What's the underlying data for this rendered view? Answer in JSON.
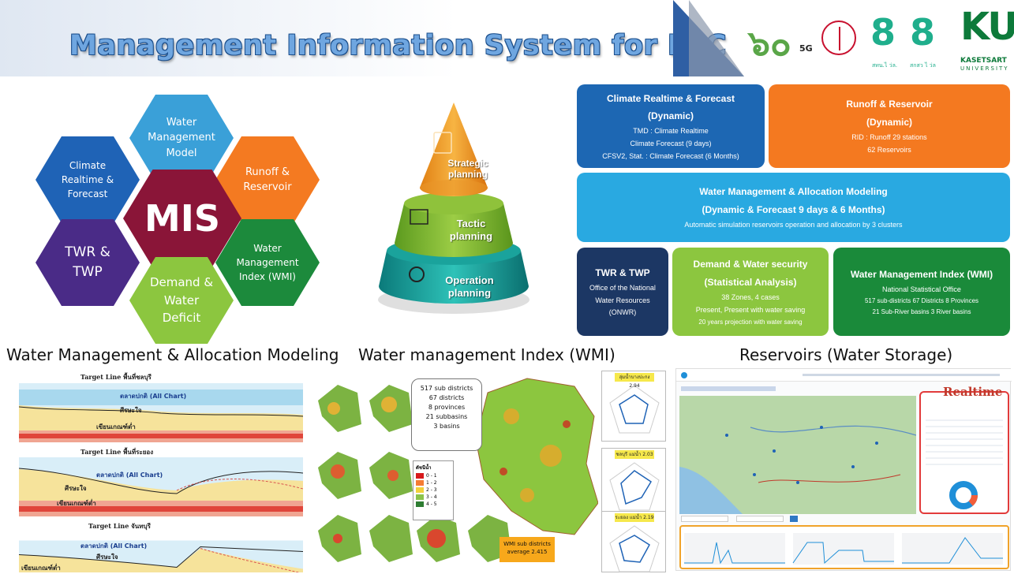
{
  "header": {
    "title": "Management Information System for EEC",
    "logo_60": "๖๐",
    "logo_5g": "5G",
    "logo_sub_1": "สทน.ไ ว่ล.",
    "logo_sub_2": "สกสว ไ ว่ล",
    "logo_ku": "KU",
    "logo_kasetsart": "KASETSART",
    "logo_university": "UNIVERSITY"
  },
  "hexagons": {
    "center": "MIS",
    "top": "Water Management Model",
    "left": "Climate Realtime & Forecast",
    "right": "Runoff & Reservoir",
    "bottom_left": "TWR & TWP",
    "bottom_right": "Water Management Index (WMI)",
    "bottom": "Demand & Water Deficit"
  },
  "pyramid": {
    "top": "Strategic planning",
    "middle": "Tactic planning",
    "bottom": "Operation planning"
  },
  "boxes": {
    "climate": {
      "title1": "Climate Realtime & Forecast",
      "title2": "(Dynamic)",
      "line1": "TMD : Climate Realtime",
      "line2": "Climate Forecast (9 days)",
      "line3": "CFSV2, Stat. : Climate Forecast (6 Months)"
    },
    "runoff": {
      "title1": "Runoff & Reservoir",
      "title2": "(Dynamic)",
      "line1": "RID : Runoff 29 stations",
      "line2": "62 Reservoirs"
    },
    "modeling": {
      "title1": "Water Management & Allocation Modeling",
      "title2": "(Dynamic & Forecast 9 days & 6 Months)",
      "line1": "Automatic simulation reservoirs operation and allocation by 3 clusters"
    },
    "twr": {
      "title": "TWR & TWP",
      "line1": "Office of the National",
      "line2": "Water Resources",
      "line3": "(ONWR)"
    },
    "demand": {
      "title1": "Demand & Water security",
      "title2": "(Statistical Analysis)",
      "line1": "38 Zones, 4 cases",
      "line2": "Present, Present with  water saving",
      "line3": "20 years projection with  water saving"
    },
    "wmi": {
      "title": "Water Management Index (WMI)",
      "line1": "National Statistical Office",
      "line2": "517 sub-districts 67 Districts 8 Provinces",
      "line3": "21 Sub-River basins 3 River basins"
    }
  },
  "sections": {
    "modeling": "Water Management & Allocation Modeling",
    "wmi": "Water management Index (WMI)",
    "reservoirs": "Reservoirs (Water Storage)"
  },
  "target_charts": {
    "chart1_title": "Target Line พื้นที่ชลบุรี",
    "chart2_title": "Target Line พื้นที่ระยอง",
    "chart3_title": "Target Line จันทบุรี",
    "all_chart": "ตลาดปกติ (All Chart)",
    "normal": "ศีรษะใจ",
    "low": "เขียนเกณฑ์ต่ำ"
  },
  "wmi_panel": {
    "summary": [
      "517 sub districts",
      "67 districts",
      "8 provinces",
      "21 subbasins",
      "3 basins"
    ],
    "legend_title": "ดัชนีน้ำ",
    "legend": [
      "0 - 1",
      "1 - 2",
      "2 - 3",
      "3 - 4",
      "4 - 5"
    ],
    "legend_colors": [
      "#d7191c",
      "#f57c34",
      "#f2d13a",
      "#8bc34a",
      "#2e7d32"
    ],
    "avg_line1": "WMI sub districts",
    "avg_line2": "average 2.415",
    "radar": [
      "ลุ่มน้ำบางปะกง 2.94",
      "ชลบุรี แม่น้ำ 2.03",
      "ระยอง แม่น้ำ 2.19"
    ]
  },
  "reservoir_panel": {
    "realtime": "Realtime"
  }
}
